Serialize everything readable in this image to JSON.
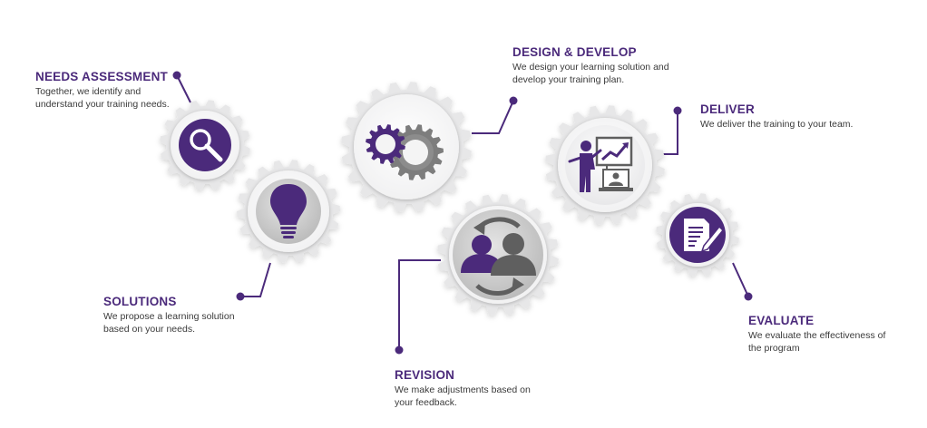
{
  "colors": {
    "accent": "#4b2a7b",
    "gear": "#e7e7e8",
    "gray_icon": "#5f5f5f",
    "text": "#3a3a3a"
  },
  "stages": [
    {
      "id": "needs",
      "title": "NEEDS ASSESSMENT",
      "description": "Together, we identify and understand your training needs.",
      "icon": "magnifier-icon"
    },
    {
      "id": "solutions",
      "title": "SOLUTIONS",
      "description": "We propose a learning solution based on your needs.",
      "icon": "lightbulb-icon"
    },
    {
      "id": "design",
      "title": "DESIGN & DEVELOP",
      "description": "We design your learning solution and develop your training plan.",
      "icon": "gears-icon"
    },
    {
      "id": "revision",
      "title": "REVISION",
      "description": "We make adjustments based on your feedback.",
      "icon": "people-cycle-icon"
    },
    {
      "id": "deliver",
      "title": "DELIVER",
      "description": "We deliver the training to your team.",
      "icon": "presenter-icon"
    },
    {
      "id": "evaluate",
      "title": "EVALUATE",
      "description": "We evaluate the effectiveness of the program",
      "icon": "document-pen-icon"
    }
  ]
}
